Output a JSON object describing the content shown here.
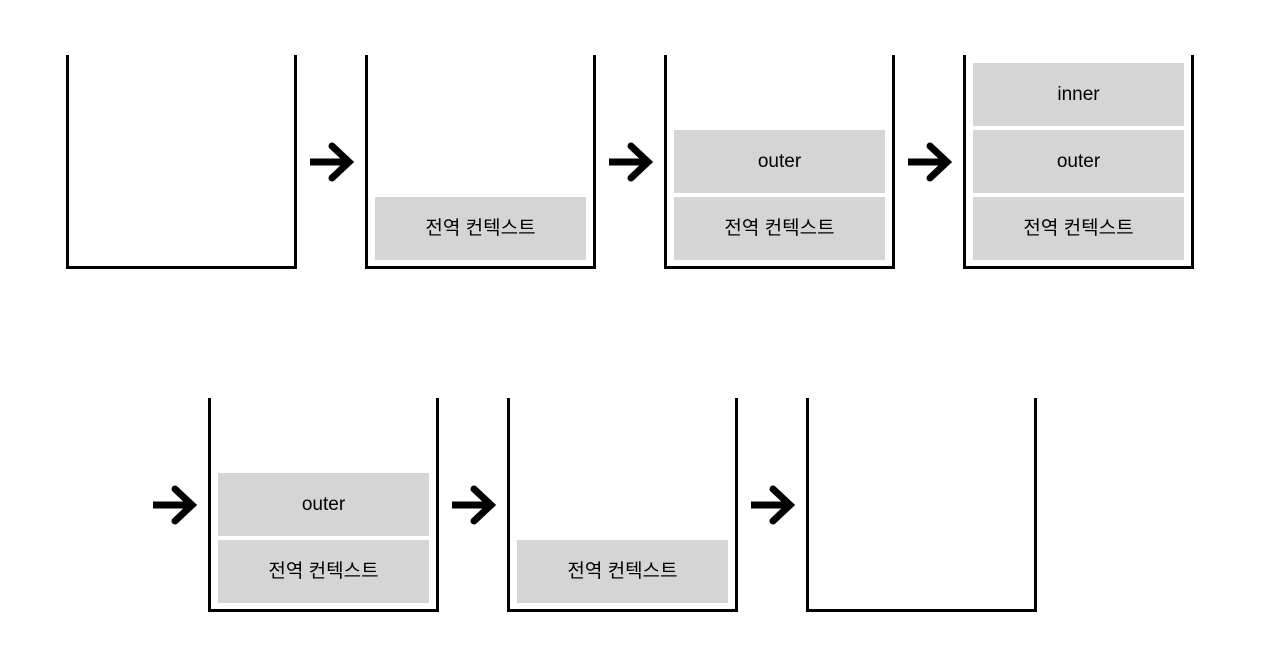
{
  "diagram": {
    "type": "call-stack-sequence",
    "frame_labels": {
      "global": "전역 컨텍스트",
      "outer": "outer",
      "inner": "inner"
    },
    "arrow_glyph": "→",
    "colors": {
      "frame_fill": "#d5d5d5",
      "stack_border": "#000000",
      "text": "#000000",
      "background": "#ffffff"
    },
    "rows": [
      {
        "name": "top-row",
        "steps": [
          {
            "name": "step-1-empty-stack",
            "arrow_before": false,
            "frames": []
          },
          {
            "name": "step-2-global-pushed",
            "arrow_before": true,
            "frames": [
              "전역 컨텍스트"
            ]
          },
          {
            "name": "step-3-outer-pushed",
            "arrow_before": true,
            "frames": [
              "outer",
              "전역 컨텍스트"
            ]
          },
          {
            "name": "step-4-inner-pushed",
            "arrow_before": true,
            "frames": [
              "inner",
              "outer",
              "전역 컨텍스트"
            ]
          }
        ]
      },
      {
        "name": "bottom-row",
        "steps": [
          {
            "name": "step-5-inner-popped",
            "arrow_before": true,
            "frames": [
              "outer",
              "전역 컨텍스트"
            ]
          },
          {
            "name": "step-6-outer-popped",
            "arrow_before": true,
            "frames": [
              "전역 컨텍스트"
            ]
          },
          {
            "name": "step-7-empty-again",
            "arrow_before": true,
            "frames": []
          }
        ]
      }
    ]
  }
}
